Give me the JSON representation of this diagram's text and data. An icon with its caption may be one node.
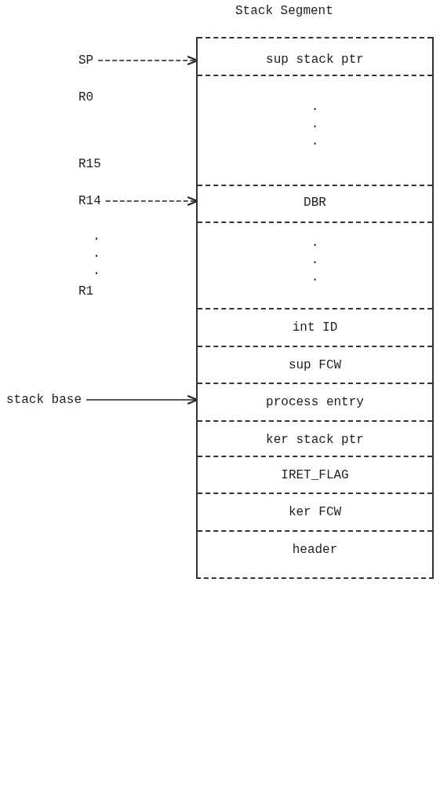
{
  "diagram": {
    "nodes": [
      {
        "text": [
          "Stack Segment"
        ]
      },
      {
        "text": [
          "sup stack ptr"
        ],
        "in": 0
      },
      {
        "text": [
          ". . ."
        ],
        "in": 0
      },
      {
        "text": [
          "DBR"
        ],
        "in": 0
      },
      {
        "text": [
          ". . ."
        ],
        "in": 0
      },
      {
        "text": [
          "int ID"
        ],
        "in": 0
      },
      {
        "text": [
          "sup FCW"
        ],
        "in": 0
      },
      {
        "text": [
          "process entry"
        ],
        "in": 0
      },
      {
        "text": [
          "ker stack ptr"
        ],
        "in": 0
      },
      {
        "text": [
          "IRET_FLAG"
        ],
        "in": 0
      },
      {
        "text": [
          "ker FCW"
        ],
        "in": 0
      },
      {
        "text": [
          "header"
        ],
        "in": 0
      },
      {
        "text": [
          "SP"
        ]
      },
      {
        "text": [
          "R14"
        ]
      },
      {
        "text": [
          "stack base"
        ]
      }
    ],
    "edges": [
      {
        "from": 12,
        "to": 1,
        "arrow": "to",
        "style": "dashed"
      },
      {
        "from": 13,
        "to": 3,
        "arrow": "to",
        "style": "dashed"
      },
      {
        "from": 14,
        "to": 7,
        "arrow": "to"
      }
    ],
    "labels": [
      "R0",
      "R15",
      ". . .",
      "R1"
    ]
  }
}
